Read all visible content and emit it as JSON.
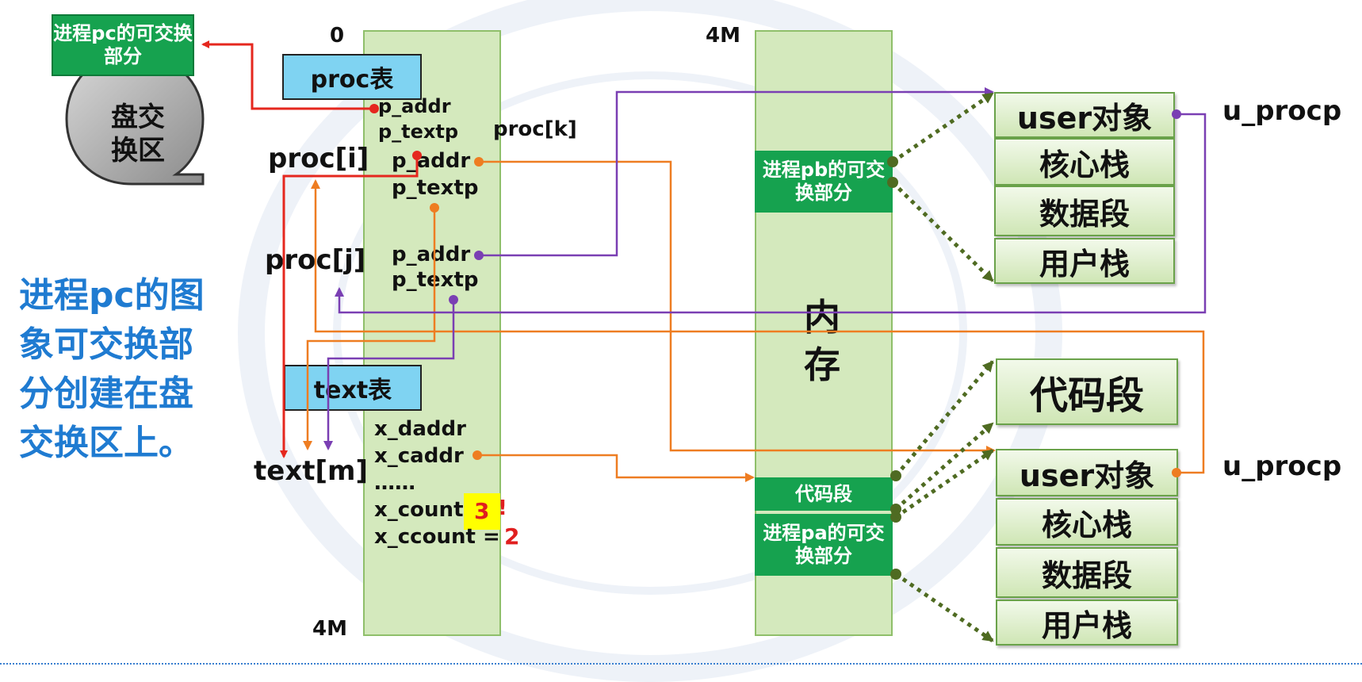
{
  "pc_swappable_label": "进程pc的可交换部分",
  "swap_area": {
    "label_line1": "盘交",
    "label_line2": "换区"
  },
  "side_note": [
    "进程pc的图",
    "象可交换部",
    "分创建在盘",
    "交换区上。"
  ],
  "left_column": {
    "top_label": "0",
    "bottom_label": "4M"
  },
  "proc_table": {
    "title": "proc表",
    "proc_i": "proc[i]",
    "proc_j": "proc[j]",
    "proc_k": "proc[k]",
    "pc_fields": [
      "p_addr",
      "p_textp"
    ],
    "pi_fields": [
      "p_addr",
      "p_textp"
    ],
    "pj_fields": [
      "p_addr",
      "p_textp"
    ]
  },
  "text_table": {
    "title": "text表",
    "text_m": "text[m]",
    "fields": [
      "x_daddr",
      "x_caddr",
      "……"
    ],
    "x_count_label": "x_count",
    "x_count_value": "3",
    "x_count_mark": "!",
    "x_ccount_label": "x_ccount =",
    "x_ccount_value": "2"
  },
  "memory": {
    "top_label": "4M",
    "title_line1": "内",
    "title_line2": "存",
    "pb_block": "进程pb的可交换部分",
    "code_block": "代码段",
    "pa_block": "进程pa的可交换部分"
  },
  "upper_stack": [
    "user对象",
    "核心栈",
    "数据段",
    "用户栈"
  ],
  "code_segment": "代码段",
  "lower_stack": [
    "user对象",
    "核心栈",
    "数据段",
    "用户栈"
  ],
  "u_procp_label": "u_procp",
  "colors": {
    "title_blue": "#1f7bd1",
    "table_green": "#d4e9bd",
    "block_green": "#16a24f",
    "tab_blue": "#7fd3f2",
    "arrow_red": "#e5271e",
    "arrow_orange": "#ee7d22",
    "arrow_purple": "#7a3fb3",
    "mapping_green": "#4f6b22",
    "highlight_yellow": "#ffff00"
  }
}
